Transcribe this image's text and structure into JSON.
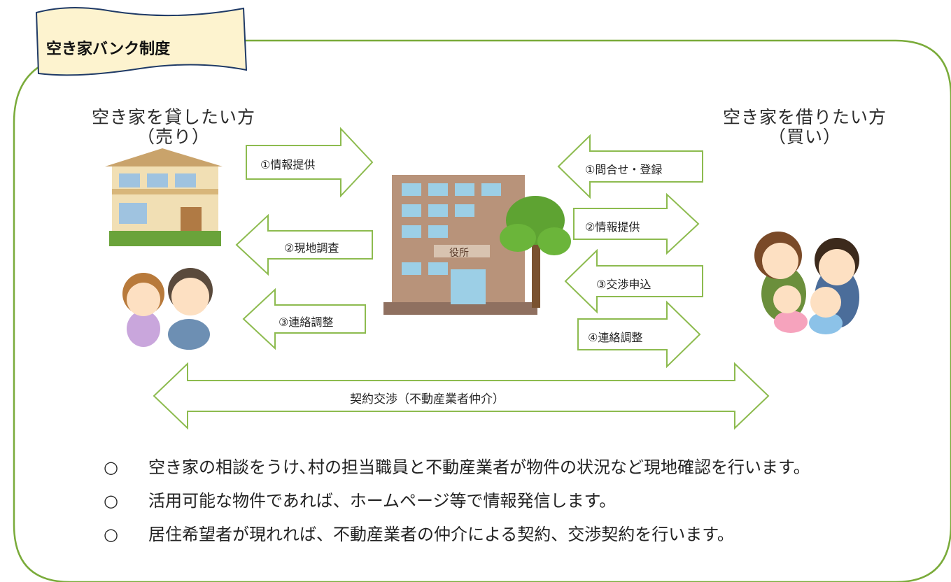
{
  "title": "空き家バンク制度",
  "left_party": {
    "line1": "空き家を貸したい方",
    "line2": "（売り）"
  },
  "right_party": {
    "line1": "空き家を借りたい方",
    "line2": "（買い）"
  },
  "center_label": "役所",
  "left_arrows": [
    {
      "label": "①情報提供",
      "direction": "right"
    },
    {
      "label": "②現地調査",
      "direction": "left"
    },
    {
      "label": "③連絡調整",
      "direction": "left"
    }
  ],
  "right_arrows": [
    {
      "label": "①問合せ・登録",
      "direction": "left"
    },
    {
      "label": "②情報提供",
      "direction": "right"
    },
    {
      "label": "③交渉申込",
      "direction": "left"
    },
    {
      "label": "④連絡調整",
      "direction": "right"
    }
  ],
  "contract_arrow": "契約交渉（不動産業者仲介）",
  "bullets": [
    {
      "mark": "○",
      "text": "空き家の相談をうけ､村の担当職員と不動産業者が物件の状況など現地確認を行います。"
    },
    {
      "mark": "○",
      "text": "活用可能な物件であれば、ホームページ等で情報発信します。"
    },
    {
      "mark": "○",
      "text": "居住希望者が現れれば、不動産業者の仲介による契約、交渉契約を行います。"
    }
  ],
  "colors": {
    "frame": "#7aab3a",
    "arrow": "#8dbb4f",
    "title_fill": "#fdf3cf",
    "title_border": "#1f3a66"
  }
}
